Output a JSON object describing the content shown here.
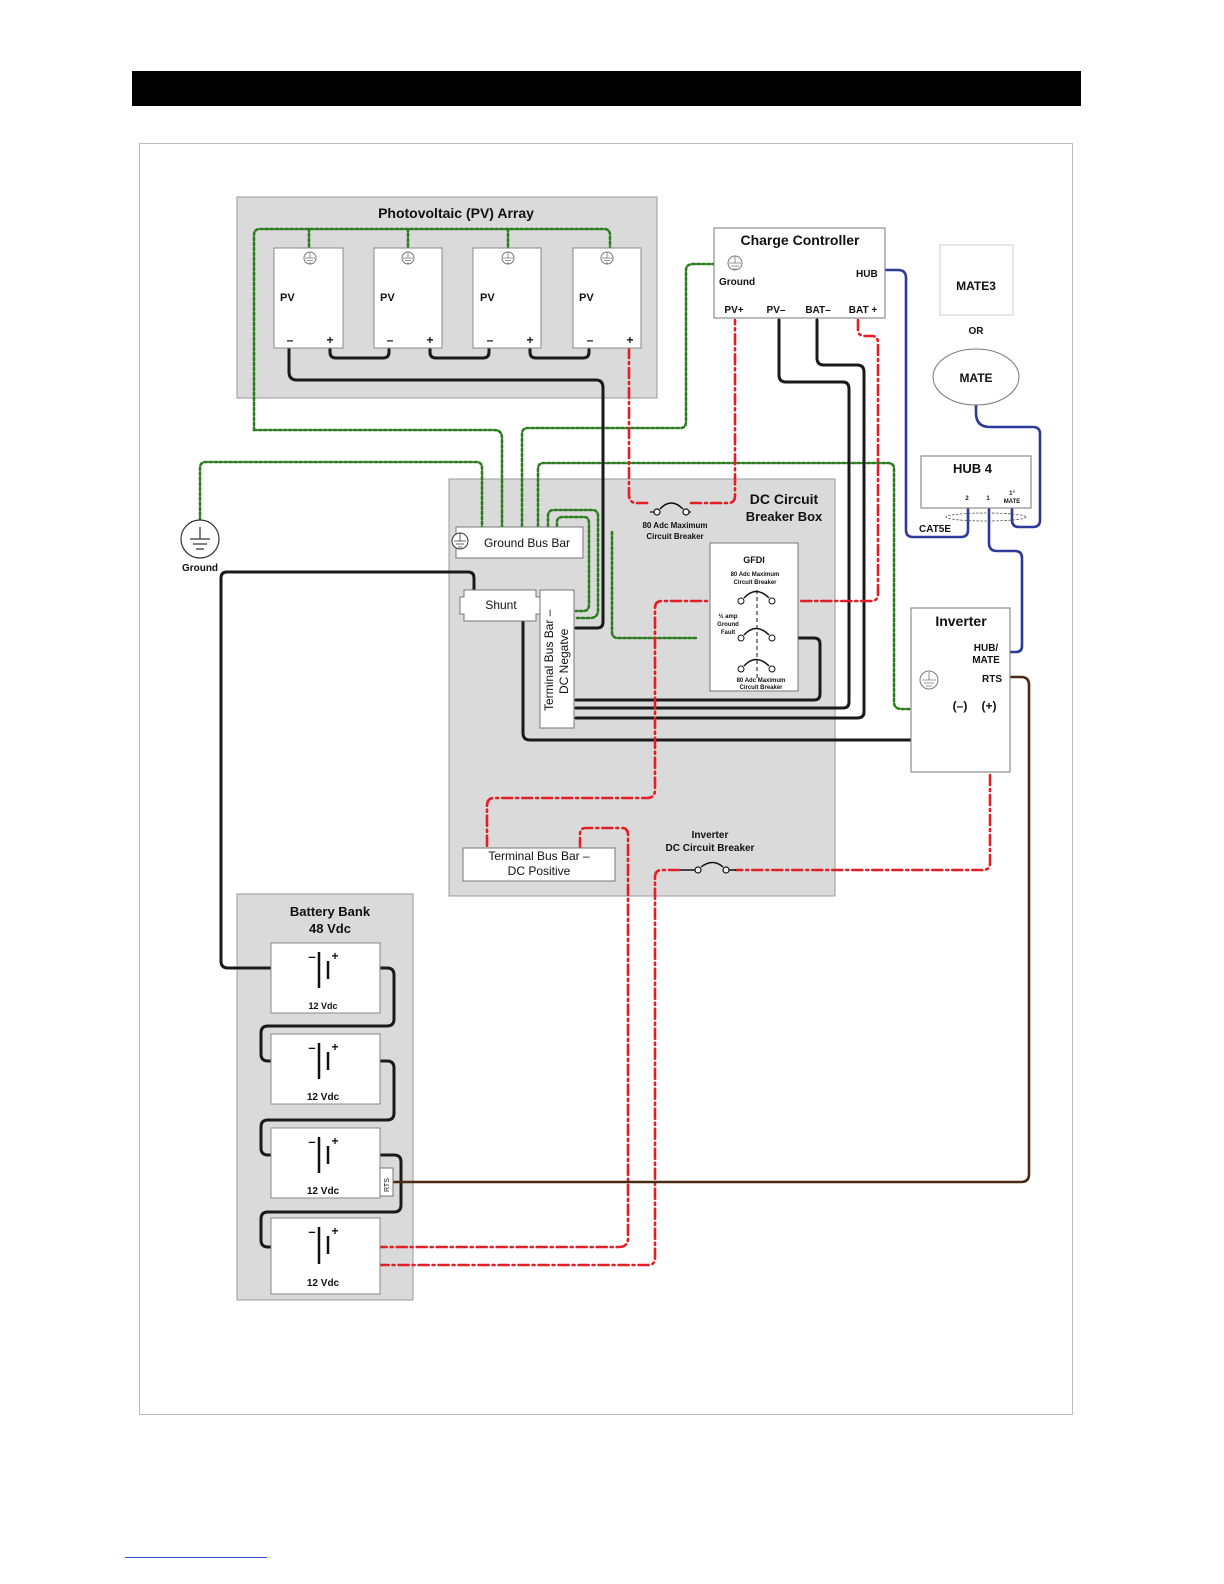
{
  "pv_array": {
    "title": "Photovoltaic (PV) Array",
    "module_label": "PV",
    "minus": "–",
    "plus": "+"
  },
  "charge_controller": {
    "title": "Charge Controller",
    "ground": "Ground",
    "hub": "HUB",
    "pv_plus": "PV+",
    "pv_minus": "PV–",
    "bat_minus": "BAT–",
    "bat_plus": "BAT +"
  },
  "remote": {
    "mate3": "MATE3",
    "or": "OR",
    "mate": "MATE"
  },
  "hub4": {
    "title": "HUB 4",
    "port2": "2",
    "port1": "1",
    "port_mate_top": "1°",
    "port_mate": "MATE",
    "cable": "CAT5E"
  },
  "ground": {
    "label": "Ground"
  },
  "dc_box": {
    "title_line1": "DC Circuit",
    "title_line2": "Breaker Box",
    "breaker1_line1": "80 Adc Maximum",
    "breaker1_line2": "Circuit Breaker",
    "ground_bus": "Ground Bus Bar",
    "shunt": "Shunt",
    "neg_bus_line1": "Terminal Bus Bar –",
    "neg_bus_line2": "DC Negatve",
    "pos_bus_line1": "Terminal Bus Bar –",
    "pos_bus_line2": "DC Positive",
    "inv_breaker_line1": "Inverter",
    "inv_breaker_line2": "DC Circuit Breaker"
  },
  "gfdi": {
    "title": "GFDI",
    "b1_line1": "80 Adc Maximum",
    "b1_line2": "Circuit Breaker",
    "b2_line1": "½ amp",
    "b2_line2": "Ground",
    "b2_line3": "Fault",
    "b3_line1": "80 Adc Maximum",
    "b3_line2": "Circuit Breaker"
  },
  "inverter": {
    "title": "Inverter",
    "hub_line1": "HUB/",
    "hub_line2": "MATE",
    "rts": "RTS",
    "neg": "(–)",
    "pos": "(+)"
  },
  "battery_bank": {
    "title_line1": "Battery Bank",
    "title_line2": "48 Vdc",
    "cell_label": "12 Vdc",
    "minus": "–",
    "plus": "+",
    "rts": "RTS"
  },
  "colors": {
    "negative": "#1a1a1a",
    "positive": "#e41e26",
    "ground": "#2f7d22",
    "network": "#2e3a9a",
    "rts": "#4a2a14",
    "panel": "#dadada"
  }
}
